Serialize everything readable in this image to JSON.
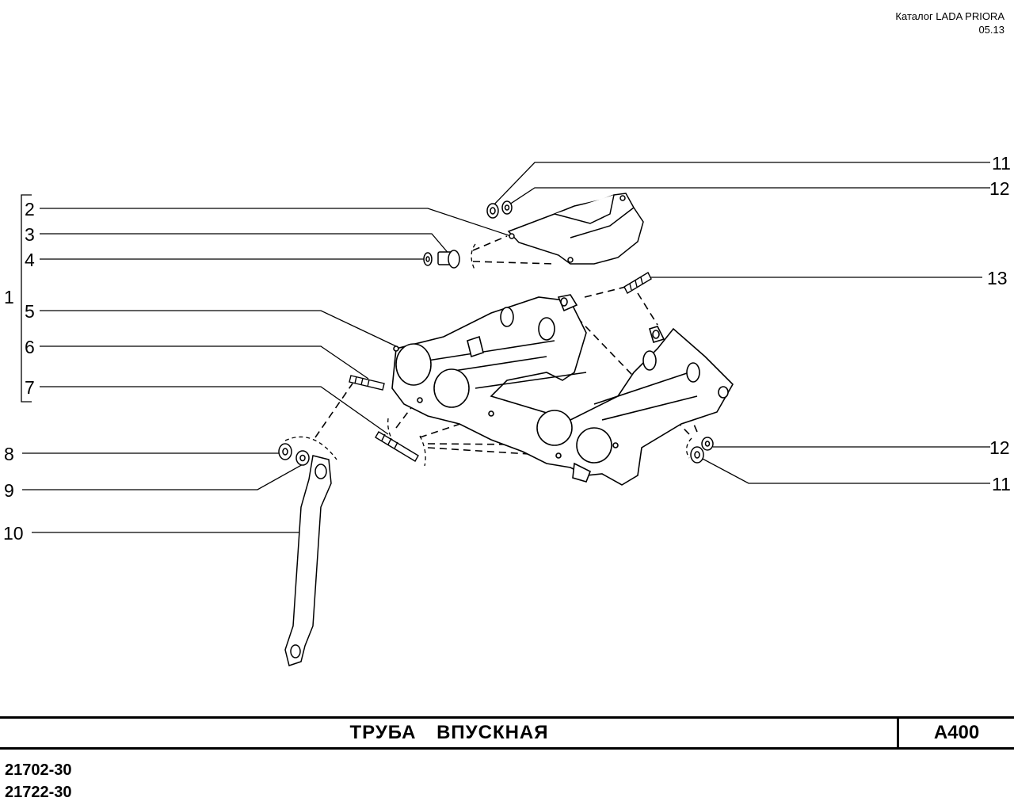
{
  "header": {
    "catalog": "Каталог  LADA  PRIORA",
    "date": "05.13"
  },
  "title": "ТРУБА   ВПУСКНАЯ",
  "code": "А400",
  "models": [
    "21702-30",
    "21722-30"
  ],
  "callouts": {
    "group": "1",
    "c2": "2",
    "c3": "3",
    "c4": "4",
    "c5": "5",
    "c6": "6",
    "c7": "7",
    "c8": "8",
    "c9": "9",
    "c10": "10",
    "c11a": "11",
    "c12a": "12",
    "c13": "13",
    "c12b": "12",
    "c11b": "11"
  }
}
